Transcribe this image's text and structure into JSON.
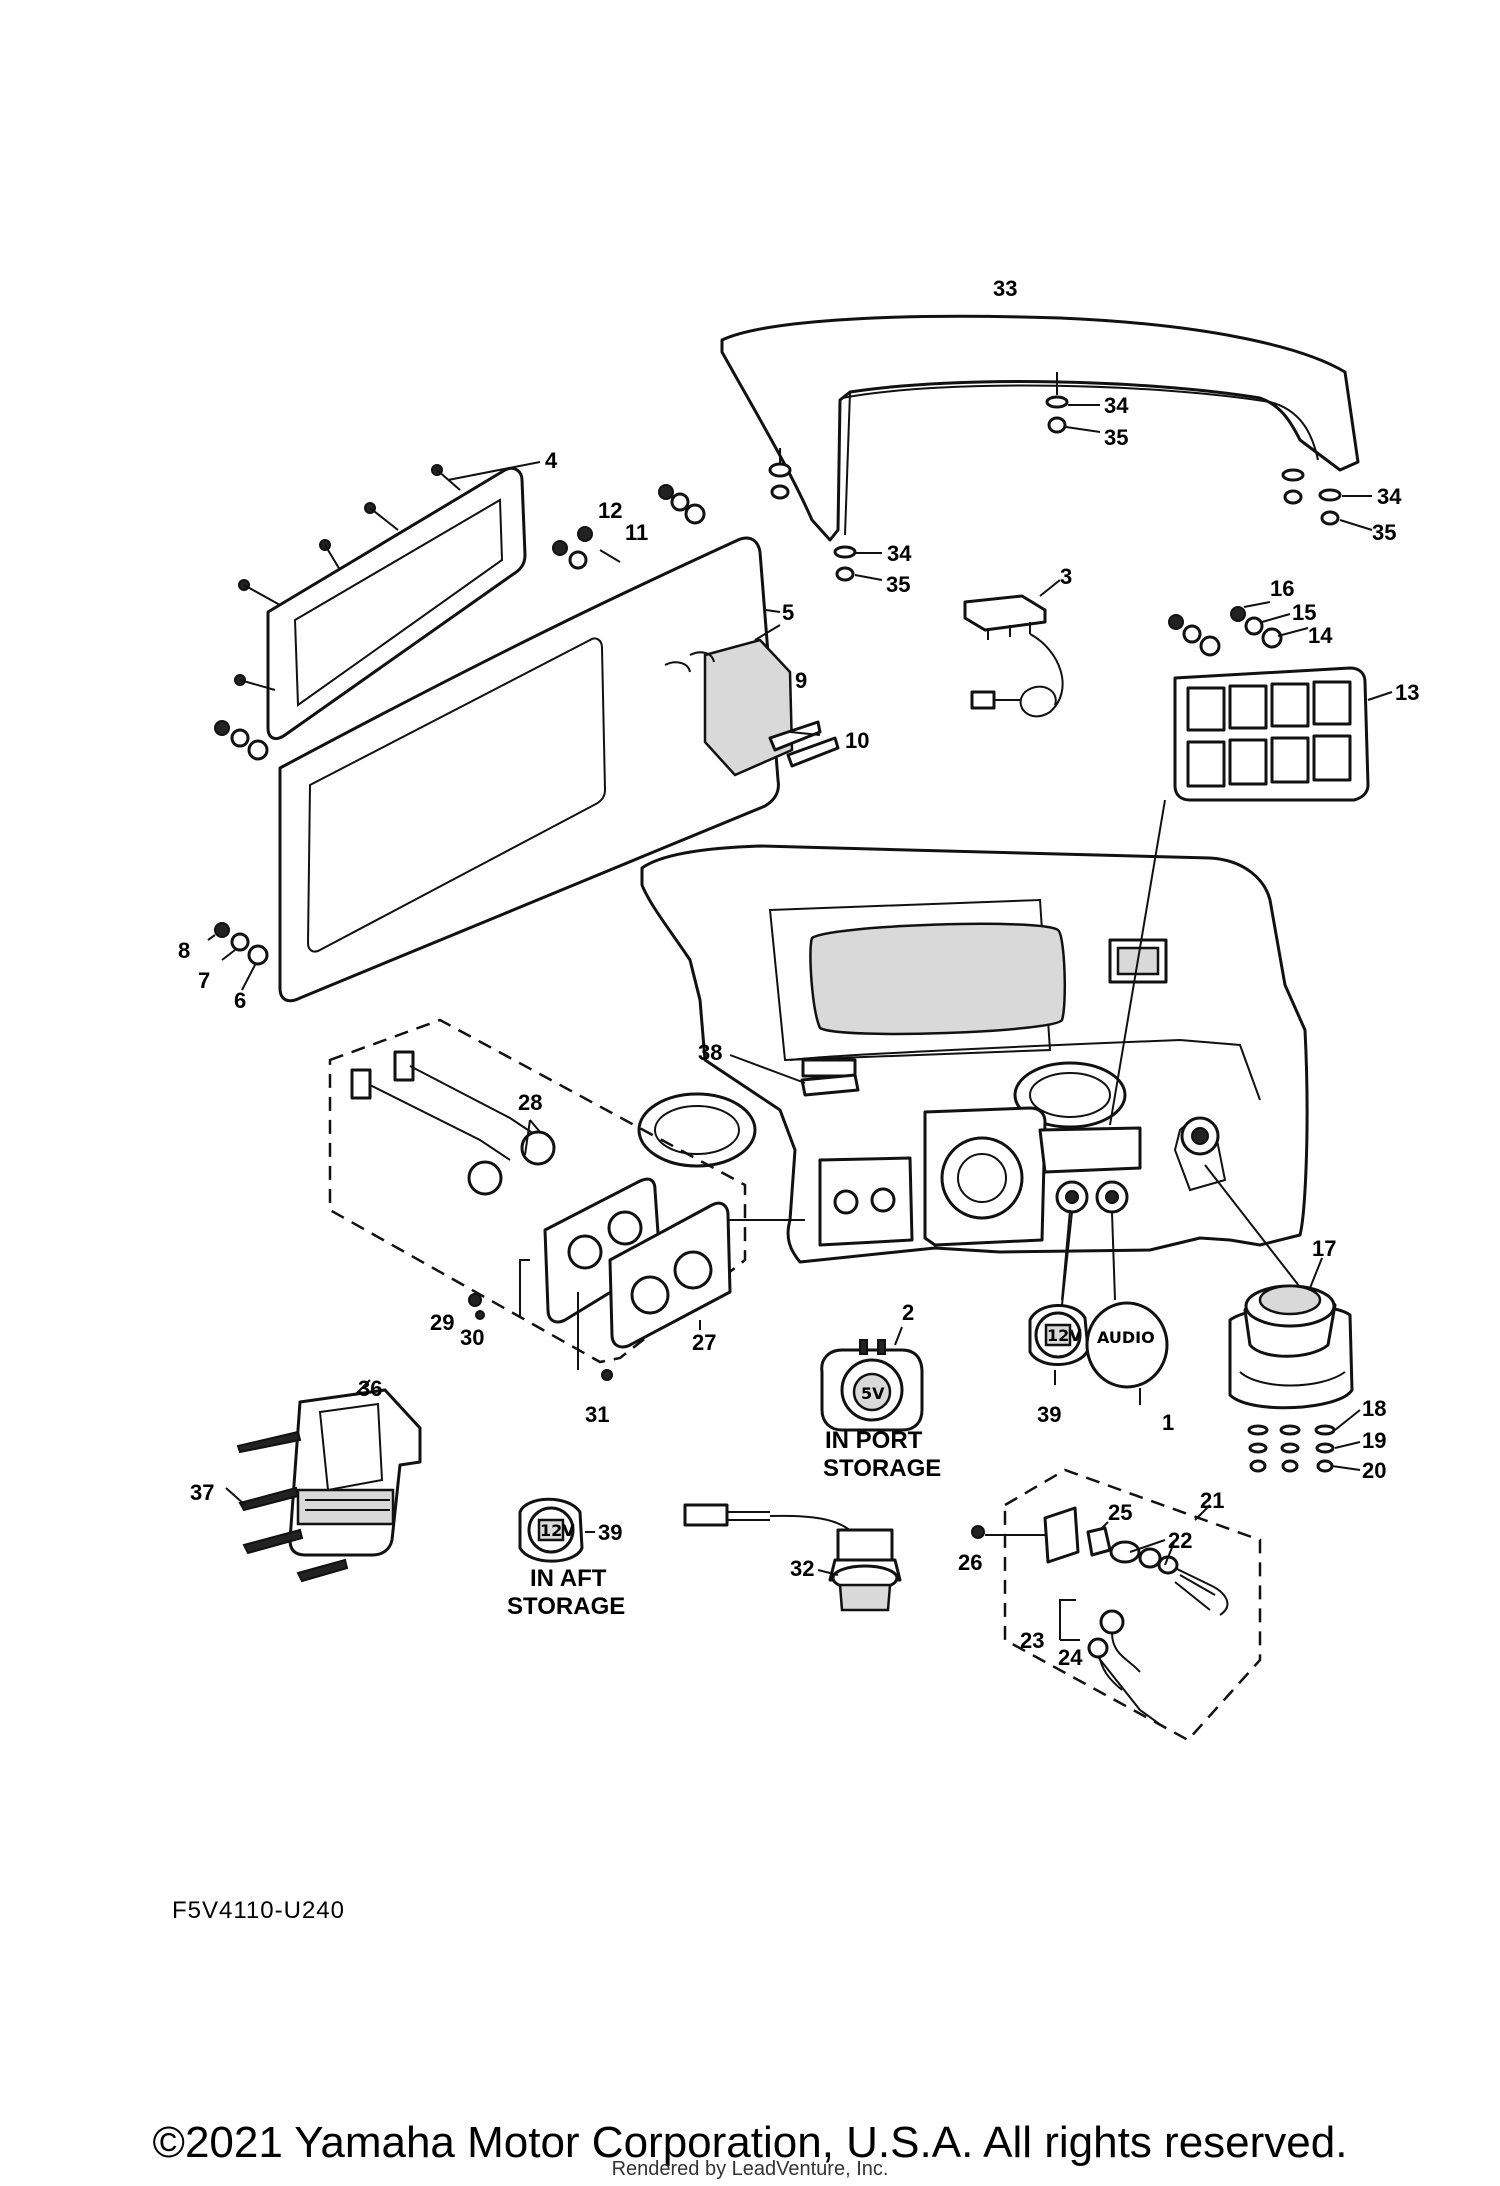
{
  "diagram": {
    "part_numbers": {
      "p1": "1",
      "p2": "2",
      "p3": "3",
      "p4": "4",
      "p5": "5",
      "p6": "6",
      "p7": "7",
      "p8": "8",
      "p9": "9",
      "p10": "10",
      "p11": "11",
      "p12": "12",
      "p13": "13",
      "p14": "14",
      "p15": "15",
      "p16": "16",
      "p17": "17",
      "p18": "18",
      "p19": "19",
      "p20": "20",
      "p21": "21",
      "p22": "22",
      "p23": "23",
      "p24": "24",
      "p25": "25",
      "p26": "26",
      "p27": "27",
      "p28": "28",
      "p29": "29",
      "p30": "30",
      "p31": "31",
      "p32": "32",
      "p33": "33",
      "p34": "34",
      "p35": "35",
      "p36": "36",
      "p37": "37",
      "p38": "38",
      "p39": "39"
    },
    "notes": {
      "port_storage_line1": "IN PORT",
      "port_storage_line2": "STORAGE",
      "aft_storage_line1": "IN AFT",
      "aft_storage_line2": "STORAGE"
    },
    "component_labels": {
      "socket_5v": "5V",
      "socket_12v": "12V",
      "audio": "AUDIO"
    },
    "diagram_code": "F5V4110-U240"
  },
  "footer": {
    "copyright": "©2021 Yamaha Motor Corporation, U.S.A. All rights reserved.",
    "rendered_by": "Rendered by LeadVenture, Inc."
  }
}
